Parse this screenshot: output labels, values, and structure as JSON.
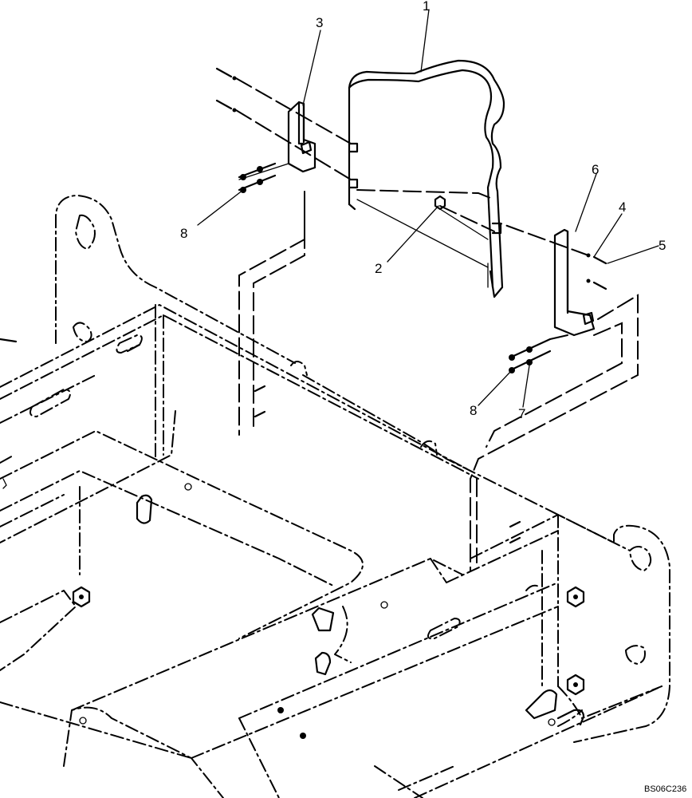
{
  "callouts": {
    "c1": "1",
    "c2": "2",
    "c3": "3",
    "c4": "4",
    "c5": "5",
    "c6": "6",
    "c7": "7",
    "c8a": "8",
    "c8b": "8"
  },
  "figure_code": "BS06C236"
}
